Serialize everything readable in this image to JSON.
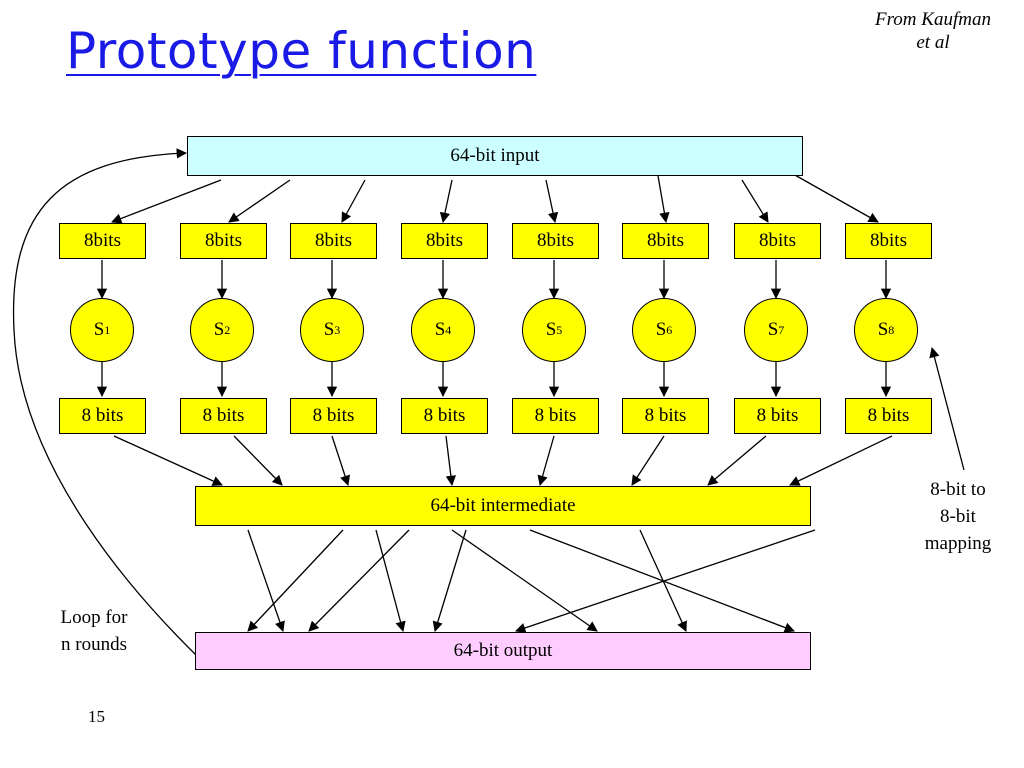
{
  "slide": {
    "title": "Prototype function",
    "credit_line1": "From Kaufman",
    "credit_line2": "et al",
    "page_number": "15"
  },
  "diagram": {
    "input_label": "64-bit input",
    "intermediate_label": "64-bit intermediate",
    "output_label": "64-bit output",
    "input_chunks": [
      "8bits",
      "8bits",
      "8bits",
      "8bits",
      "8bits",
      "8bits",
      "8bits",
      "8bits"
    ],
    "sboxes": [
      {
        "letter": "S",
        "index": "1"
      },
      {
        "letter": "S",
        "index": "2"
      },
      {
        "letter": "S",
        "index": "3"
      },
      {
        "letter": "S",
        "index": "4"
      },
      {
        "letter": "S",
        "index": "5"
      },
      {
        "letter": "S",
        "index": "6"
      },
      {
        "letter": "S",
        "index": "7"
      },
      {
        "letter": "S",
        "index": "8"
      }
    ],
    "output_chunks": [
      "8 bits",
      "8 bits",
      "8 bits",
      "8 bits",
      "8 bits",
      "8 bits",
      "8 bits",
      "8 bits"
    ],
    "mapping_note": [
      "8-bit to",
      "8-bit",
      "mapping"
    ],
    "loop_note": [
      "Loop for",
      "n rounds"
    ]
  },
  "colors": {
    "title": "#1a1ae6",
    "input_fill": "#ccffff",
    "chunk_fill": "#ffff00",
    "output_fill": "#ffccff"
  }
}
